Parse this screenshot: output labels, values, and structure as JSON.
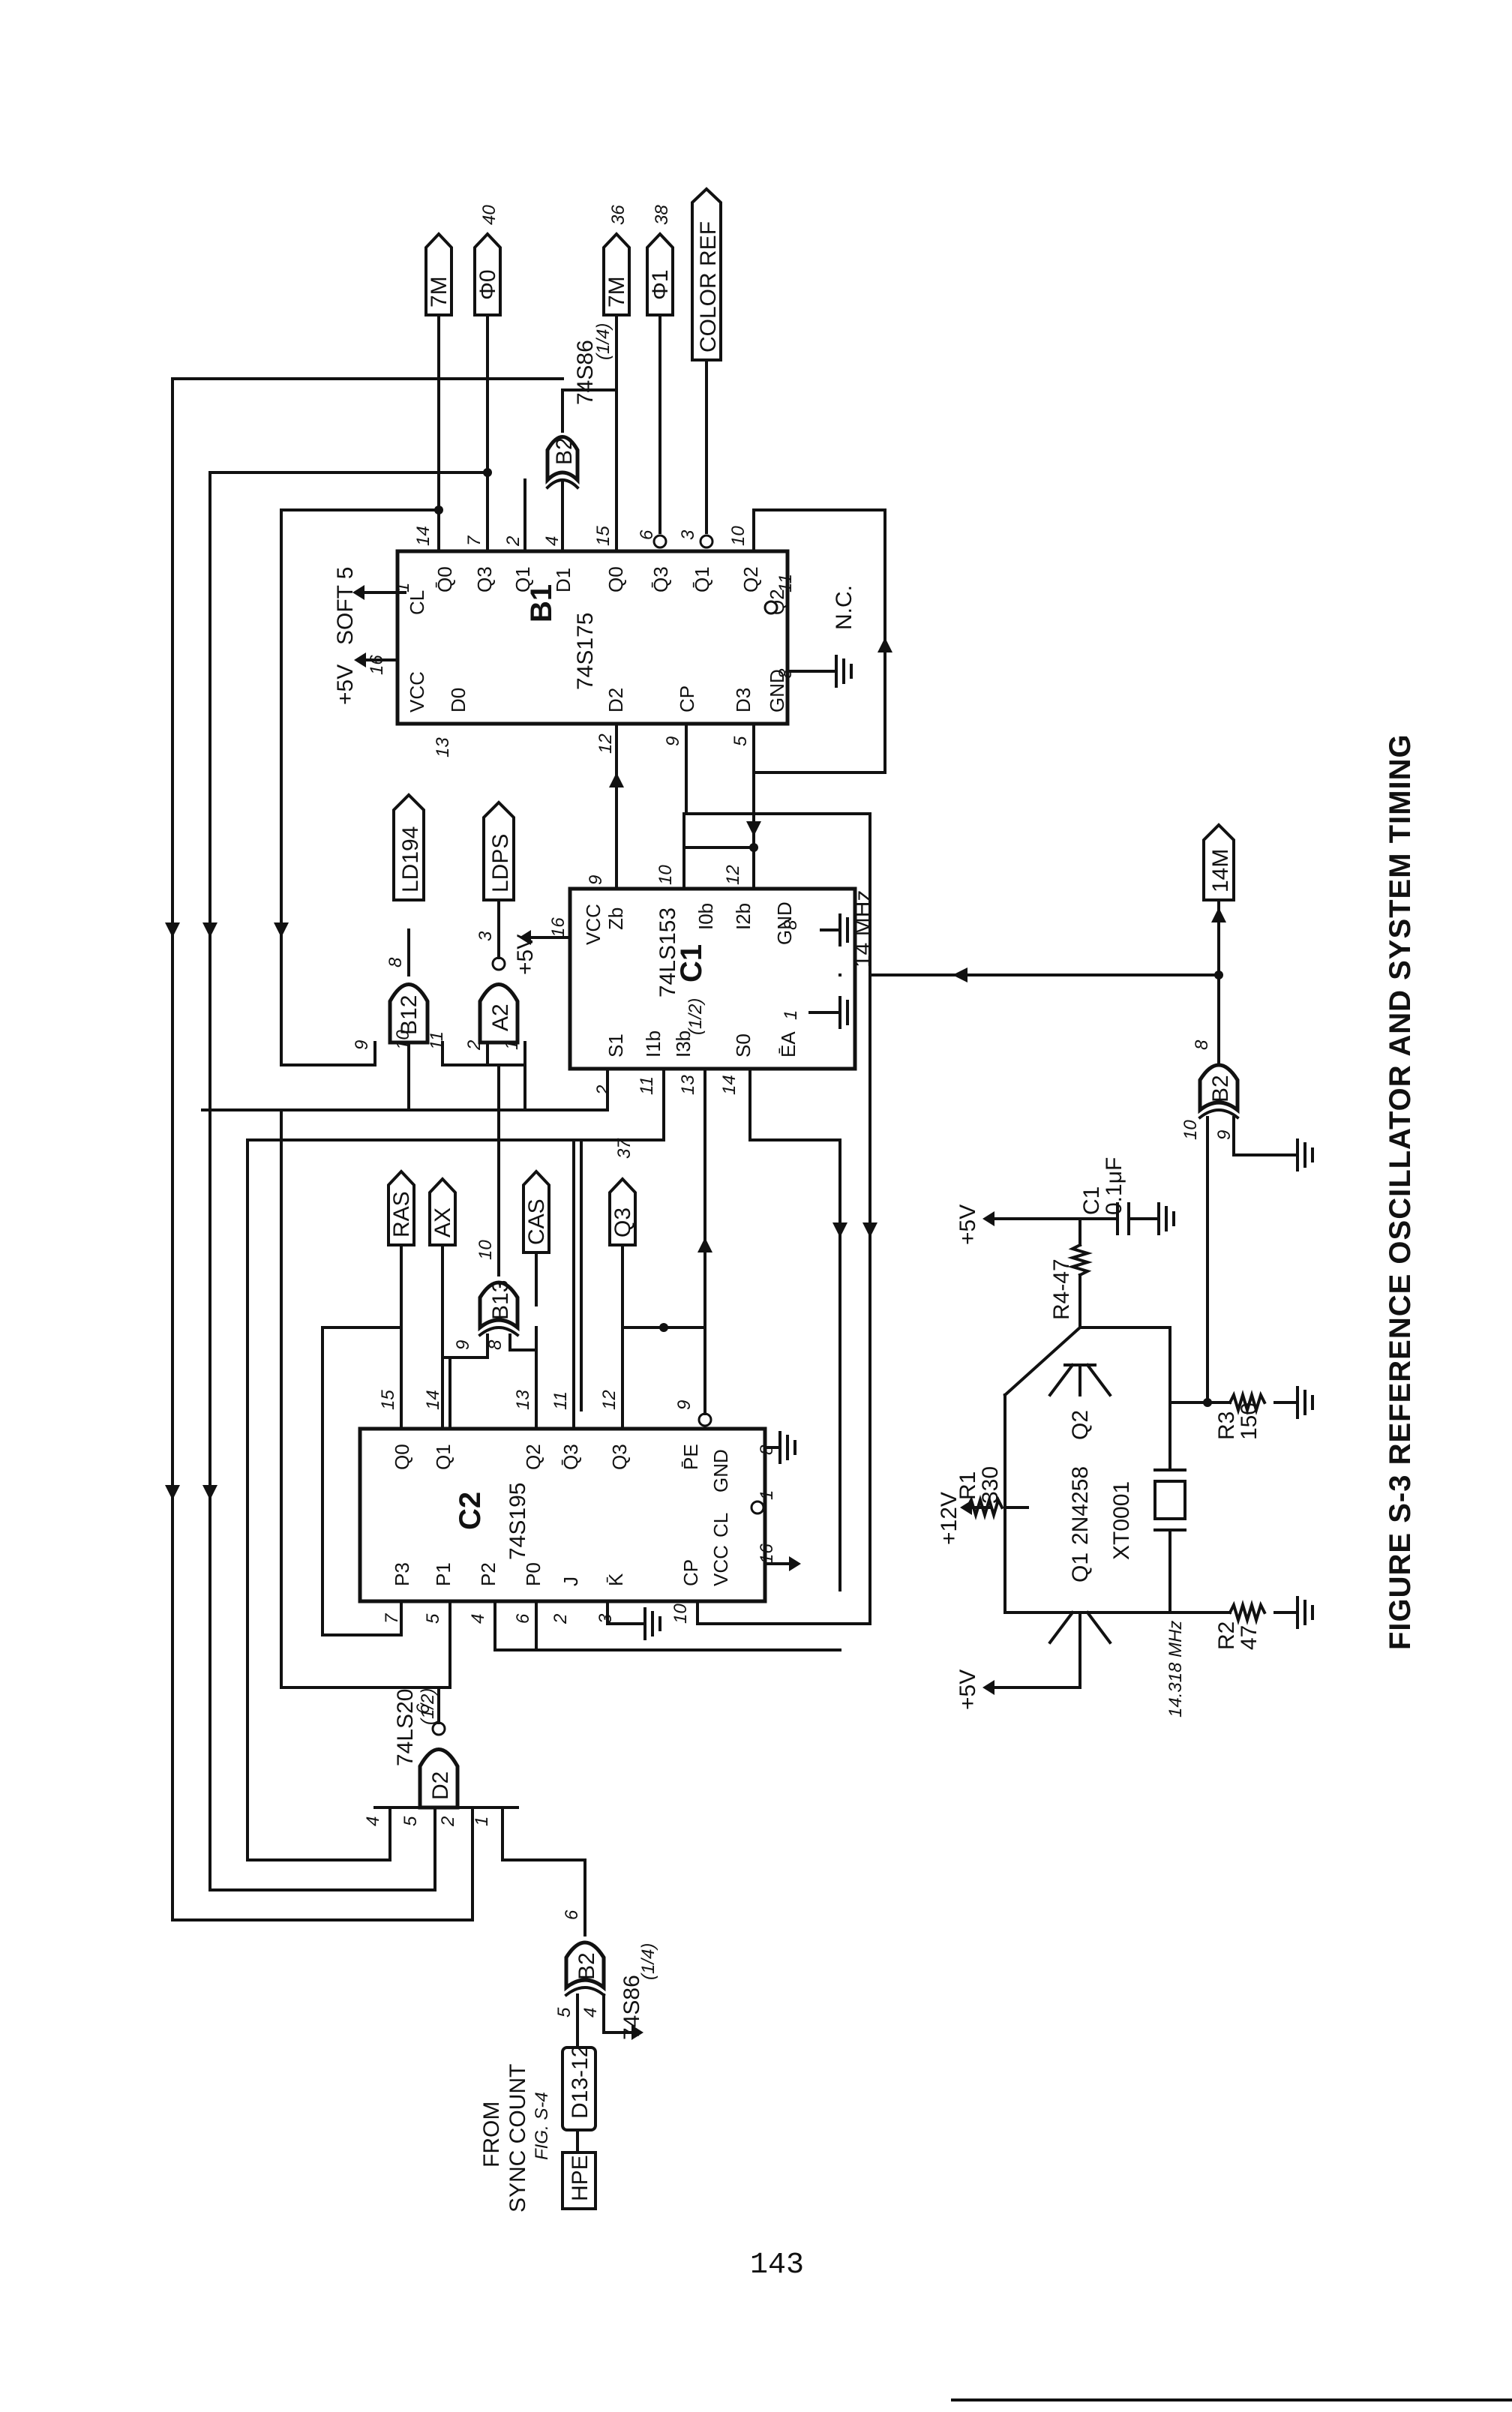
{
  "figure": {
    "caption": "FIGURE S-3 REFERENCE OSCILLATOR AND SYSTEM TIMING",
    "page_number": "143"
  },
  "chips": {
    "b1": {
      "ref": "B1",
      "part": "74S175",
      "pins_top": [
        "CL",
        "Q̄0",
        "Q3",
        "Q1",
        "D1",
        "Q0",
        "Q̄3",
        "Q̄1",
        "Q2"
      ],
      "pins_bottom": [
        "VCC",
        "D0",
        "D2",
        "CP",
        "D3",
        "GND",
        "Q̄2"
      ]
    },
    "c1": {
      "ref": "C1",
      "part": "74LS153",
      "part_note": "(1/2)",
      "pins": [
        "VCC",
        "Zb",
        "I0b",
        "I2b",
        "GND",
        "I1b",
        "I3b",
        "S1",
        "S0",
        "ĒA"
      ]
    },
    "c2": {
      "ref": "C2",
      "part": "74S195",
      "pins_top": [
        "Q0",
        "Q1",
        "Q2",
        "Q̄3",
        "Q3",
        "P̄E",
        "GND"
      ],
      "pins_bottom": [
        "P3",
        "P1",
        "P2",
        "P0",
        "J",
        "K̄",
        "CP",
        "VCC",
        "CL"
      ]
    }
  },
  "gates": {
    "b2_top": {
      "ref": "B2",
      "part": "74S86",
      "note": "(1/4)"
    },
    "b2_bottom": {
      "ref": "B2"
    },
    "b2_left": {
      "ref": "B2",
      "part": "74S86",
      "note": "(1/4)"
    },
    "b12": {
      "ref": "B12"
    },
    "a2": {
      "ref": "A2"
    },
    "b13": {
      "ref": "B13"
    },
    "d2": {
      "ref": "D2",
      "part": "74LS20",
      "note": "(1/2)"
    }
  },
  "signals": {
    "seven_m_bar": "7M",
    "phi0": "Φ0",
    "seven_m": "7M",
    "phi1": "Φ1",
    "color_ref": "COLOR REF",
    "ld194": "LD194",
    "ldps": "LDPS",
    "ras": "RAS",
    "ax": "AX",
    "cas": "CAS",
    "q3": "Q3",
    "fourteen_m": "14M",
    "d13_12": "D13-12",
    "hpe": "HPE"
  },
  "page_refs": {
    "phi0": "40",
    "seven_m": "36",
    "phi1": "38",
    "q3": "37"
  },
  "annotations": {
    "soft5": "SOFT 5",
    "plus5v": "+5V",
    "plus12v": "+12V",
    "nc": "N.C.",
    "fourteen_mhz": "14 MHz",
    "from_line1": "FROM",
    "from_line2": "SYNC COUNT",
    "from_line3": "FIG. S-4",
    "crystal_freq": "14.318 MHz"
  },
  "components": {
    "q1": "Q1",
    "q2": "Q2",
    "transistor": "2N4258",
    "crystal": "XT0001",
    "r1": "R1",
    "r1_val": "330",
    "r2": "R2",
    "r2_val": "47",
    "r3": "R3",
    "r3_val": "150",
    "r4": "R4-47",
    "c1": "C1",
    "c1_val": "0.1μF"
  },
  "colors": {
    "ink": "#111111",
    "paper": "#ffffff"
  }
}
